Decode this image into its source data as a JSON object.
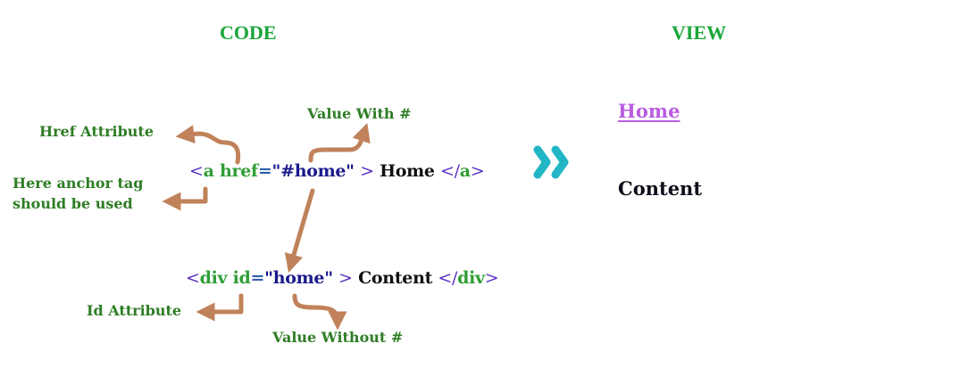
{
  "headings": {
    "code": "CODE",
    "view": "VIEW"
  },
  "annotations": {
    "href_attribute": "Href Attribute",
    "value_with_hash": "Value With #",
    "anchor_line1": "Here anchor tag",
    "anchor_line2": "should be used",
    "id_attribute": "Id Attribute",
    "value_without_hash": "Value Without #"
  },
  "code": {
    "line1": {
      "open_bracket": "<",
      "tag": "a",
      "attr": "href",
      "eq": "=",
      "value": "\"#home\"",
      "close_bracket": ">",
      "text": "Home",
      "end_open": "</",
      "end_tag": "a",
      "end_close": ">"
    },
    "line2": {
      "open_bracket": "<",
      "tag": "div",
      "attr": "id",
      "eq": "=",
      "value": "\"home\"",
      "close_bracket": ">",
      "text": "Content",
      "end_open": "</",
      "end_tag": "div",
      "end_close": ">"
    }
  },
  "view": {
    "link_text": "Home",
    "content_text": "Content"
  },
  "icons": {
    "separator": "double-chevron-right-icon"
  },
  "colors": {
    "heading": "#1aa53a",
    "annotation": "#2e7d25",
    "arrow": "#c0825a",
    "chevron": "#22b5c4",
    "link": "#b95ee0",
    "code_value": "#1a1a8c",
    "code_bracket": "#5a2fc0",
    "code_tag": "#2f9e35"
  }
}
